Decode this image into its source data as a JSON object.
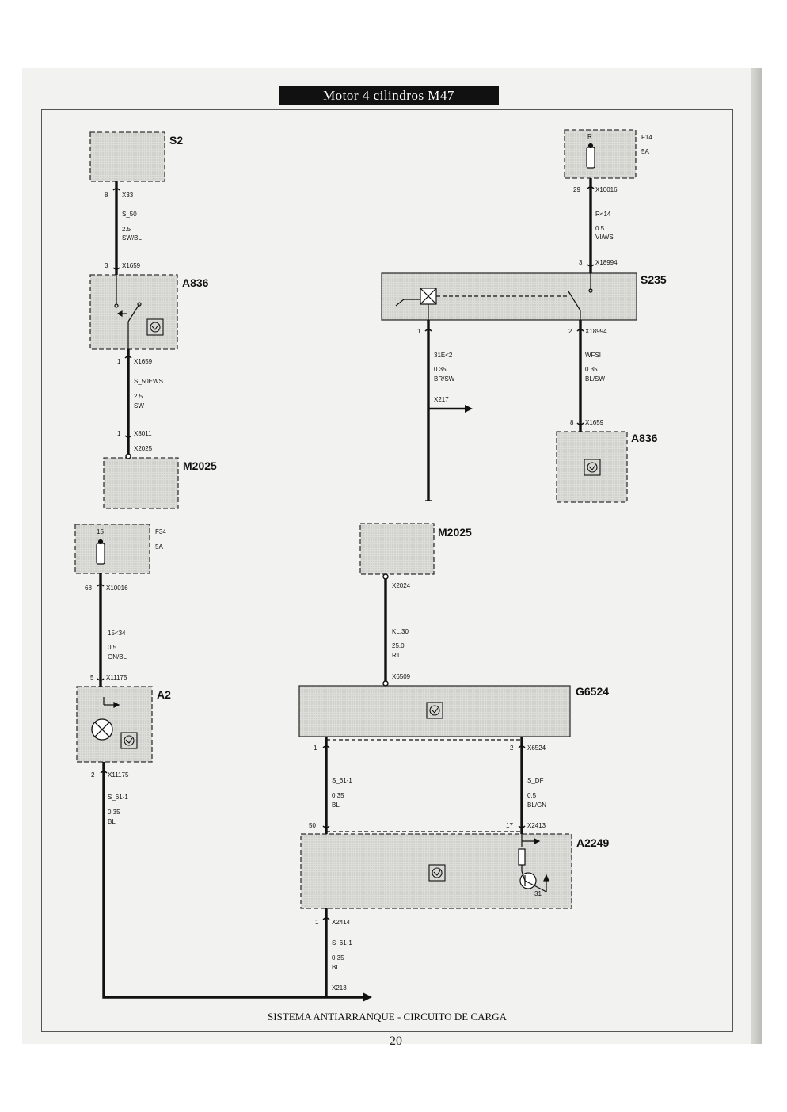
{
  "header": {
    "title": "Motor 4 cilindros M47"
  },
  "footer": {
    "caption": "SISTEMA ANTIARRANQUE - CIRCUITO DE CARGA",
    "page_number": "20"
  },
  "components": {
    "s2": "S2",
    "a836_top": "A836",
    "m2025_left": "M2025",
    "f14": "F14",
    "f14_amp": "5A",
    "f14_pin": "R",
    "s235": "S235",
    "a836_right": "A836",
    "f34": "F34",
    "f34_amp": "5A",
    "f34_pin": "15",
    "a2": "A2",
    "m2025_mid": "M2025",
    "g6524": "G6524",
    "a2249": "A2249",
    "a2249_ground": "31"
  },
  "wires": {
    "w1": {
      "pin_top": "8",
      "conn_top": "X33",
      "signal": "S_50",
      "size": "2.5",
      "color": "SW/BL",
      "pin_bot": "3",
      "conn_bot": "X1659"
    },
    "w2": {
      "pin_top": "1",
      "conn_top": "X1659",
      "signal": "S_50EWS",
      "size": "2.5",
      "color": "SW",
      "pin_bot": "1",
      "conn_bot": "X8011",
      "conn_bot2": "X2025"
    },
    "w3": {
      "pin_top": "29",
      "conn_top": "X10016",
      "signal": "R<14",
      "size": "0.5",
      "color": "VI/WS",
      "pin_bot": "3",
      "conn_bot": "X18994"
    },
    "w4": {
      "pin_top": "1",
      "signal": "31E<2",
      "size": "0.35",
      "color": "BR/SW",
      "conn_arrow": "X217"
    },
    "w5": {
      "pin_top": "2",
      "conn_top": "X18994",
      "signal": "WFSI",
      "size": "0.35",
      "color": "BL/SW",
      "pin_bot": "8",
      "conn_bot": "X1659"
    },
    "w6": {
      "pin_top": "68",
      "conn_top": "X10016",
      "signal": "15<34",
      "size": "0.5",
      "color": "GN/BL",
      "pin_bot": "5",
      "conn_bot": "X11175"
    },
    "w7": {
      "pin_top": "2",
      "conn_top": "X11175",
      "signal": "S_61-1",
      "size": "0.35",
      "color": "BL"
    },
    "w8": {
      "conn_top": "X2024",
      "signal": "KL.30",
      "size": "25.0",
      "color": "RT",
      "conn_bot": "X6509"
    },
    "w9": {
      "pin_top": "1",
      "signal": "S_61-1",
      "size": "0.35",
      "color": "BL",
      "pin_bot": "50"
    },
    "w10": {
      "pin_top": "2",
      "conn_top": "X6524",
      "signal": "S_DF",
      "size": "0.5",
      "color": "BL/GN",
      "pin_bot": "17",
      "conn_bot": "X2413"
    },
    "w11": {
      "pin_top": "1",
      "conn_top": "X2414",
      "signal": "S_61-1",
      "size": "0.35",
      "color": "BL",
      "conn_arrow": "X213"
    }
  }
}
